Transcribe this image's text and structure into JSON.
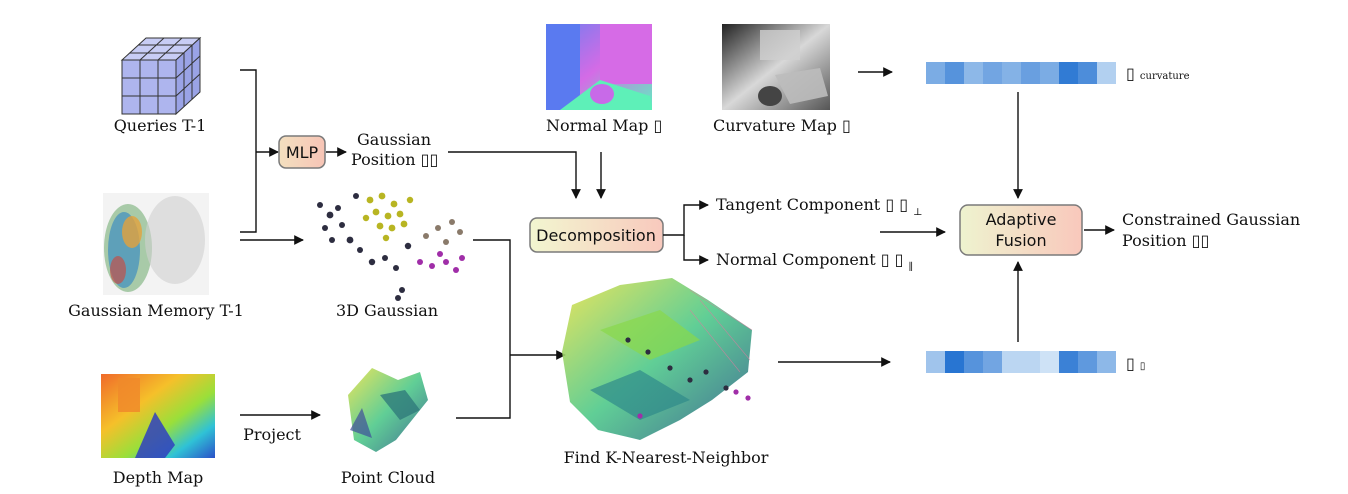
{
  "labels": {
    "queries": "Queries T-1",
    "gaussian_memory": "Gaussian Memory T-1",
    "depth_map": "Depth Map",
    "project": "Project",
    "point_cloud": "Point Cloud",
    "gaussian_3d": "3D Gaussian",
    "gaussian_position_line1": "Gaussian",
    "gaussian_position_line2": "Position",
    "normal_map": "Normal Map",
    "curvature_map": "Curvature Map",
    "knn": "Find K-Nearest-Neighbor",
    "tangent": "Tangent Component",
    "tangent_sub": "⊥",
    "normal_comp": "Normal Component",
    "normal_sub": "∥",
    "curvature_feat_sub": "curvature",
    "output_line1": "Constrained Gaussian",
    "output_line2": "Position",
    "missing_glyph": "▯"
  },
  "boxes": {
    "mlp": "MLP",
    "decomposition": "Decomposition",
    "fusion_line1": "Adaptive",
    "fusion_line2": "Fusion"
  },
  "colors": {
    "mlp_fill": "#f6d6b8",
    "decomp_fill_left": "#f3f6cf",
    "decomp_fill_right": "#f8cfc4",
    "fusion_fill_left": "#eef3cf",
    "fusion_fill_right": "#f9cec4",
    "box_stroke": "#7a7a7a",
    "feat_dark": "#1f6fd0",
    "feat_mid": "#5a9be0",
    "feat_light": "#a9ccf0",
    "feat_pale": "#d7e8f8"
  },
  "feature_bars": {
    "curvature": [
      0.5,
      0.7,
      0.4,
      0.55,
      0.45,
      0.6,
      0.5,
      0.9,
      0.75,
      0.2
    ],
    "knn": [
      0.3,
      0.95,
      0.7,
      0.55,
      0.15,
      0.15,
      0.05,
      0.85,
      0.65,
      0.4
    ]
  }
}
